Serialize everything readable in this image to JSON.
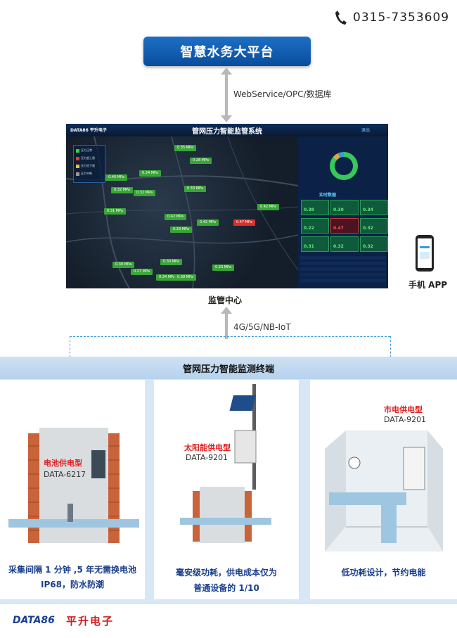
{
  "contact": {
    "phone": "0315-7353609",
    "icon": "phone-icon"
  },
  "platform": {
    "label": "智慧水务大平台",
    "color": "#0a5aad"
  },
  "link_top": {
    "label": "WebService/OPC/数据库"
  },
  "dashboard": {
    "logo": "DATA86 平升电子",
    "title": "管网压力智能监管系统",
    "exit": "退出",
    "legend": [
      "压力正常",
      "压力超上限",
      "压力低下限",
      "压力中断"
    ],
    "markers": [
      {
        "label": "0.35 MPa",
        "alarm": false
      },
      {
        "label": "0.28 MPa",
        "alarm": false
      },
      {
        "label": "0.34 MPa",
        "alarm": false
      },
      {
        "label": "0.40 MPa",
        "alarm": false
      },
      {
        "label": "0.32 MPa",
        "alarm": false
      },
      {
        "label": "0.32 MPa",
        "alarm": false
      },
      {
        "label": "0.42 MPa",
        "alarm": false
      },
      {
        "label": "0.33 MPa",
        "alarm": false
      },
      {
        "label": "0.31 MPa",
        "alarm": false
      },
      {
        "label": "0.42 MPa",
        "alarm": false
      },
      {
        "label": "0.47 MPa",
        "alarm": true
      },
      {
        "label": "0.42 MPa",
        "alarm": false
      },
      {
        "label": "0.33 MPa",
        "alarm": false
      },
      {
        "label": "0.30 MPa",
        "alarm": false
      },
      {
        "label": "0.27 MPa",
        "alarm": false
      },
      {
        "label": "0.34 MPa",
        "alarm": false
      },
      {
        "label": "0.33 MPa",
        "alarm": false
      },
      {
        "label": "0.38 MPa",
        "alarm": false
      },
      {
        "label": "0.30 MPa",
        "alarm": false
      }
    ],
    "realtime_title": "实时数据",
    "tiles": [
      {
        "value": "0.38",
        "alarm": false
      },
      {
        "value": "0.30",
        "alarm": false
      },
      {
        "value": "0.34",
        "alarm": false
      },
      {
        "value": "0.22",
        "alarm": false
      },
      {
        "value": "0.47",
        "alarm": true
      },
      {
        "value": "0.32",
        "alarm": false
      },
      {
        "value": "0.31",
        "alarm": false
      },
      {
        "value": "0.32",
        "alarm": false
      },
      {
        "value": "0.32",
        "alarm": false
      }
    ],
    "donut_segments": [
      0.86,
      0.07,
      0.07
    ]
  },
  "center": {
    "caption": "监管中心"
  },
  "app": {
    "caption": "手机 APP"
  },
  "link_bottom": {
    "label": "4G/5G/NB-IoT"
  },
  "terminal": {
    "title": "管网压力智能监测终端"
  },
  "cards": [
    {
      "model_title": "电池供电型",
      "model_code": "DATA-6217",
      "caption_lines": [
        "采集间隔 1 分钟 ,5 年无需换电池",
        "IP68，防水防潮"
      ]
    },
    {
      "model_title": "太阳能供电型",
      "model_code": "DATA-9201",
      "caption_lines": [
        "毫安级功耗，供电成本仅为",
        "普通设备的 1/10"
      ]
    },
    {
      "model_title": "市电供电型",
      "model_code": "DATA-9201",
      "caption_lines": [
        "低功耗设计，节约电能"
      ]
    }
  ],
  "footer": {
    "logo": "DATA86",
    "name": "平升电子"
  }
}
